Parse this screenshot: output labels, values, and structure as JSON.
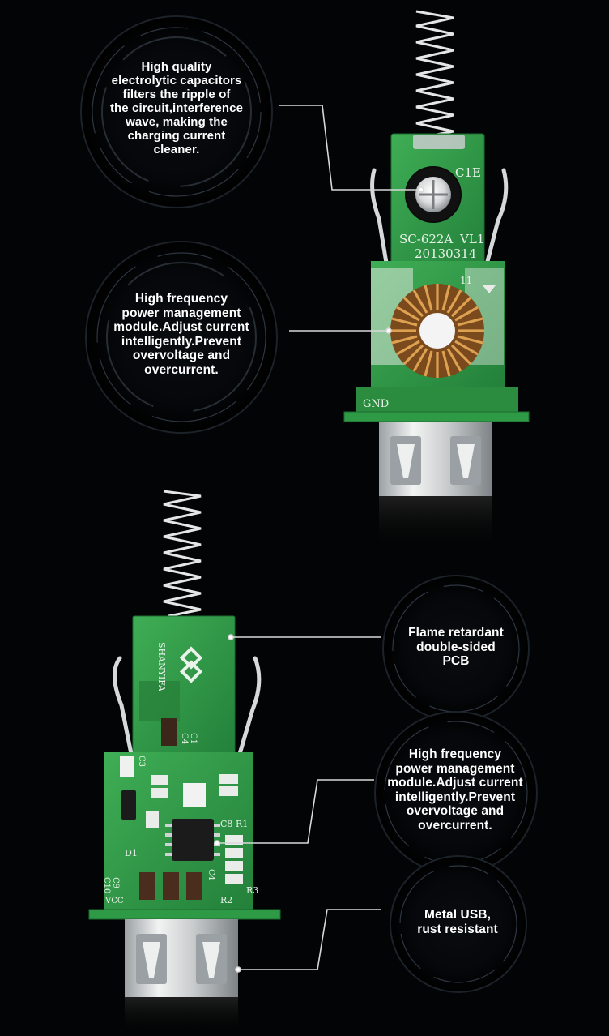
{
  "callouts": {
    "capacitor": "High quality\nelectrolytic capacitors\nfilters the ripple of\nthe circuit,interference\nwave, making the\ncharging current\ncleaner.",
    "power_module_top": "High frequency\npower management\nmodule.Adjust current\nintelligently.Prevent\novervoltage and\novercurrent.",
    "pcb": "Flame retardant\ndouble-sided\nPCB",
    "power_module_bottom": "High frequency\npower management\nmodule.Adjust current\nintelligently.Prevent\novervoltage and\novercurrent.",
    "usb": "Metal USB,\nrust resistant"
  },
  "board_top": {
    "capacitor_mark": "C1E",
    "model": "SC-622A",
    "version": "VL1",
    "date": "20130314",
    "pin": "11",
    "ground": "GND"
  },
  "board_bottom": {
    "brand": "SHANYIFA",
    "c_label": "C1\nC4",
    "c3": "C3",
    "c8": "C8",
    "r1": "R1",
    "d1": "D1",
    "c4": "C4",
    "r3": "R3",
    "r2": "R2",
    "c10": "C9\nC10",
    "vcc": "VCC"
  },
  "colors": {
    "background": "#030405",
    "pcb_green": "#2f9a45",
    "callout_ring": "#3a4450",
    "text": "#ffffff"
  }
}
